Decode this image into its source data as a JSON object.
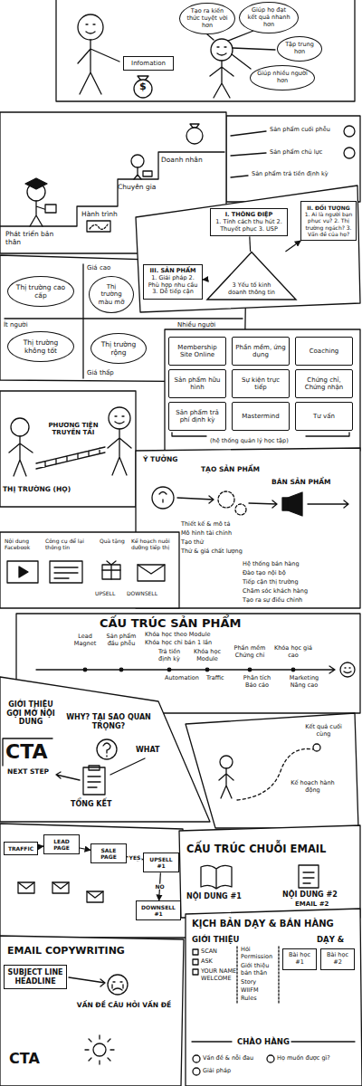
{
  "diagram": {
    "nodes": [
      {
        "text": [
          "Tạo ra kiến thức tuyệt vời hơn"
        ]
      },
      {
        "text": [
          "Giúp họ đạt kết quả nhanh hơn"
        ]
      },
      {
        "text": [
          "Tập trung hơn"
        ]
      },
      {
        "text": [
          "Giúp nhiều người hơn"
        ]
      },
      {
        "text": [
          "Infomation"
        ]
      },
      {
        "text": [
          "I. THÔNG ĐIỆP",
          "1. Tính cách thu hút 2. Thuyết phục 3. USP"
        ]
      },
      {
        "text": [
          "3 Yếu tố kinh doanh thông tin"
        ]
      },
      {
        "text": [
          "II. ĐỐI TƯỢNG",
          "1. Ai là người bạn phục vụ? 2. Thị trường ngách? 3. Vấn đề của họ?"
        ]
      },
      {
        "text": [
          "III. SẢN PHẨM",
          "1. Giải pháp 2. Phù hợp nhu cầu 3. Dễ tiếp cận"
        ]
      },
      {
        "text": [
          "Thị trường cao cấp"
        ]
      },
      {
        "text": [
          "Thị trường màu mỡ"
        ]
      },
      {
        "text": [
          "Thị trường không tốt"
        ]
      },
      {
        "text": [
          "Thị trường rộng"
        ]
      },
      {
        "text": [
          "Membership Site Online"
        ]
      },
      {
        "text": [
          "Phần mềm, ứng dụng"
        ]
      },
      {
        "text": [
          "Coaching"
        ]
      },
      {
        "text": [
          "Sản phẩm hữu hình"
        ]
      },
      {
        "text": [
          "Sự kiện trực tiếp"
        ]
      },
      {
        "text": [
          "Chứng chỉ, Chứng nhận"
        ]
      },
      {
        "text": [
          "Sản phẩm trả phí định kỳ"
        ]
      },
      {
        "text": [
          "Mastermind"
        ]
      },
      {
        "text": [
          "Tư vấn"
        ]
      },
      {
        "text": [
          "TRAFFIC"
        ]
      },
      {
        "text": [
          "LEAD PAGE"
        ]
      },
      {
        "text": [
          "SALE PAGE"
        ]
      },
      {
        "text": [
          "UPSELL #1"
        ]
      },
      {
        "text": [
          "DOWNSELL #1"
        ]
      },
      {
        "text": [
          "Bài học #1"
        ]
      },
      {
        "text": [
          "Bài học #2"
        ]
      },
      {
        "text": [
          "SUBJECT LINE HEADLINE"
        ]
      }
    ],
    "edges": [
      {
        "from": 6,
        "to": 5,
        "arrow": "none"
      },
      {
        "from": 6,
        "to": 7,
        "arrow": "to"
      },
      {
        "from": 6,
        "to": 8,
        "arrow": "to"
      },
      {
        "from": 22,
        "to": 23,
        "arrow": "to"
      },
      {
        "from": 23,
        "to": 24,
        "arrow": "to"
      },
      {
        "from": 24,
        "to": 25,
        "arrow": "to",
        "label": "YES"
      },
      {
        "from": 25,
        "to": 26,
        "arrow": "to",
        "label": "NO"
      }
    ],
    "labels": [
      "$",
      "Phát triển bản thân",
      "Hành trình",
      "Chuyên gia",
      "Doanh nhân",
      "Sản phẩm cuối phễu",
      "Sản phẩm chủ lực",
      "Sản phẩm trả tiền định kỳ",
      "Giá cao",
      "Giá thấp",
      "Nhiều người",
      "Ít người",
      "(hệ thống quản lý học tập)",
      "PHƯƠNG TIỆN TRUYỀN TẢI",
      "THỊ TRƯỜNG (HỌ)",
      "Ý TƯỞNG",
      "TẠO SẢN PHẨM",
      "BÁN SẢN PHẨM",
      "Thiết kế & mô tả",
      "Mô hình tài chính",
      "Tạo thử",
      "Thử & giá chất lượng",
      "Hệ thống bán hàng",
      "Đào tạo nội bộ",
      "Tiếp cận thị trường",
      "Chăm sóc khách hàng",
      "Tạo ra sự điều chỉnh",
      "Nội dung Facebook",
      "Công cụ để lại thông tin",
      "Quà tặng",
      "Kế hoạch nuôi dưỡng tiếp thị",
      "UPSELL",
      "DOWNSELL",
      "CẤU TRÚC SẢN PHẨM",
      "Lead Magnet",
      "Sản phẩm đầu phễu",
      "Khóa học theo Module",
      "Khóa học chỉ bán 1 lần",
      "Trả tiền định kỳ",
      "Khóa học Module",
      "Phần mềm Chứng chỉ",
      "Khóa học giá cao",
      "Automation",
      "Traffic",
      "Phân tích Báo cáo",
      "Marketing Nâng cao",
      "GIỚI THIỆU GỢI MỞ NỘI DUNG",
      "WHY? TẠI SAO QUAN TRỌNG?",
      "WHAT",
      "CTA",
      "NEXT STEP",
      "TỔNG KẾT",
      "Kết quả cuối cùng",
      "Kế hoạch hành động",
      "CẤU TRÚC CHUỖI EMAIL",
      "NỘI DUNG #1",
      "NỘI DUNG #2",
      "EMAIL #2",
      "KỊCH BẢN DẠY & BÁN HÀNG",
      "GIỚI THIỆU",
      "DẠY &",
      "SCAN",
      "ASK",
      "YOUR NAME WELCOME",
      "Hỏi Permission",
      "Giới thiệu bản thân",
      "Story",
      "WIIFM",
      "Rules",
      "CHÀO HÀNG",
      "Vấn đề & nỗi đau",
      "Giải pháp",
      "Họ muốn được gì?",
      "EMAIL COPYWRITING",
      "VẤN ĐỀ CÂU HỎI VẤN ĐỀ",
      "CTA"
    ]
  }
}
